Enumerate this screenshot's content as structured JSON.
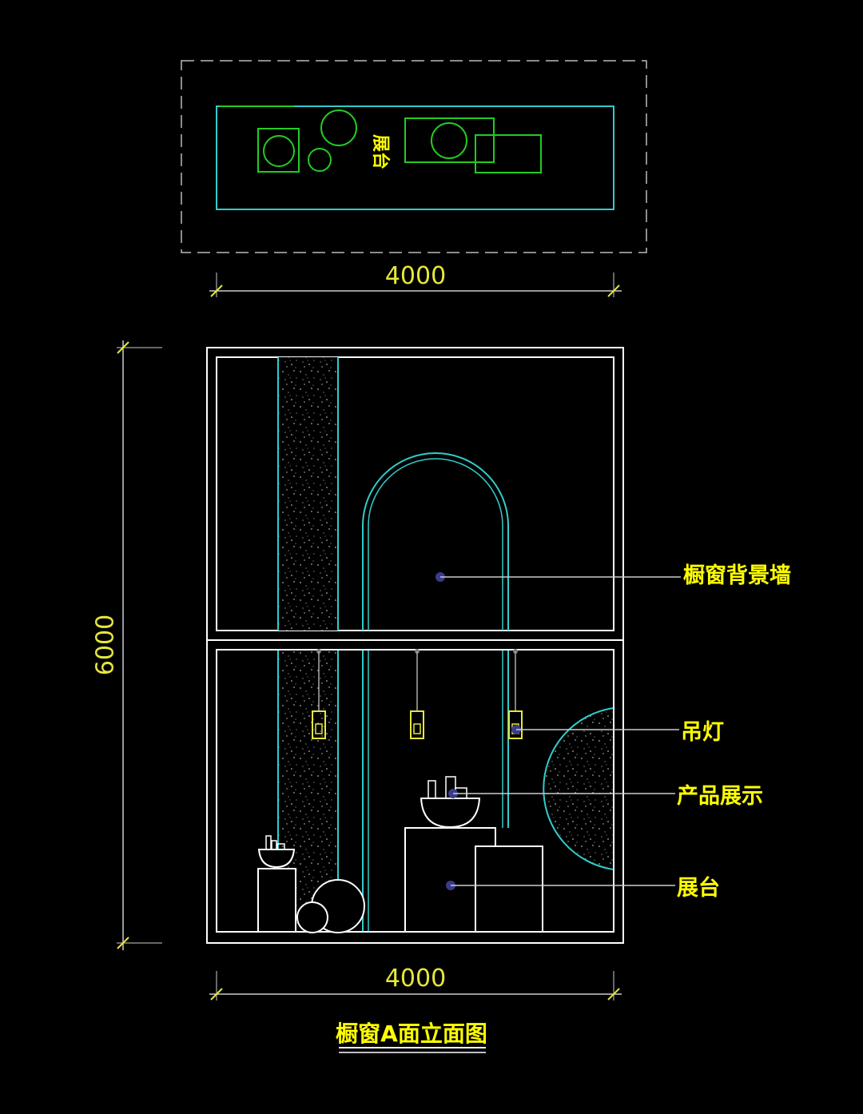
{
  "plan": {
    "label": "展台",
    "width_dim": "4000"
  },
  "elevation": {
    "width_dim": "4000",
    "height_dim": "6000",
    "callouts": {
      "background_wall": "橱窗背景墙",
      "pendant_light": "吊灯",
      "product_display": "产品展示",
      "display_stand": "展台"
    }
  },
  "title": "橱窗A面立面图",
  "colors": {
    "background": "#000000",
    "outline": "#ffffff",
    "cyan": "#33cccc",
    "green": "#22cc22",
    "label": "#ffff00",
    "dimension": "#e6e63c",
    "dot": "#3b3b8c"
  },
  "icons": [
    "speckle-texture",
    "pendant-lamp-icon",
    "bowl-icon",
    "sphere-icon",
    "arch-icon"
  ]
}
